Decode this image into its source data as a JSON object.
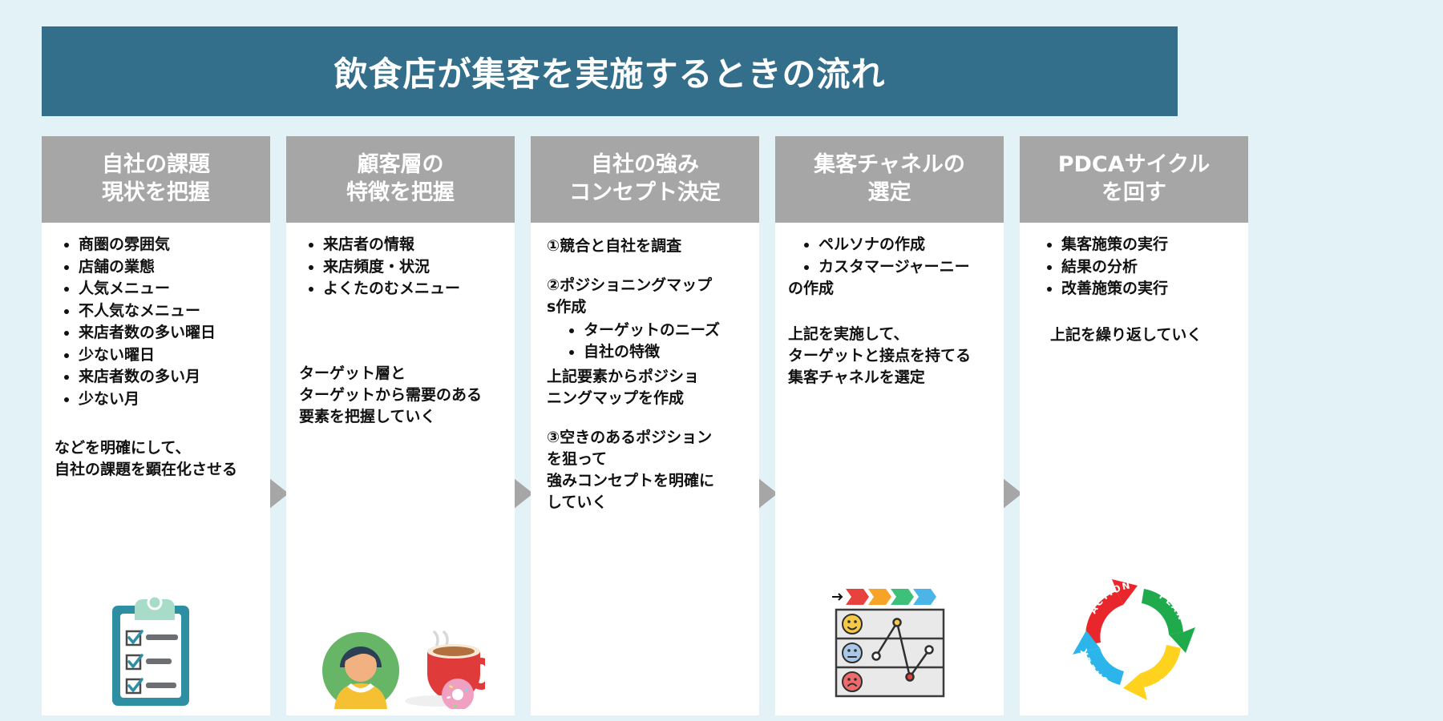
{
  "header": {
    "title": "飲食店が集客を実施するときの流れ",
    "bg_color": "#336e8b",
    "text_color": "#ffffff"
  },
  "page": {
    "background_color": "#e2f2f7",
    "card_background": "#ffffff",
    "card_header_color": "#a6a6a6",
    "arrow_color": "#a6a6a6"
  },
  "steps": [
    {
      "id": "step-1",
      "header_lines": [
        "自社の課題",
        "現状を把握"
      ],
      "bullets": [
        "商圏の雰囲気",
        "店舗の業態",
        "人気メニュー",
        "不人気なメニュー",
        "来店者数の多い曜日",
        "少ない曜日",
        "来店者数の多い月",
        "少ない月"
      ],
      "paragraph_lines": [
        "などを明確にして、",
        "自社の課題を顕在化させる"
      ],
      "icon": "clipboard-checklist-icon"
    },
    {
      "id": "step-2",
      "header_lines": [
        "顧客層の",
        "特徴を把握"
      ],
      "bullets": [
        "来店者の情報",
        "来店頻度・状況",
        "よくたのむメニュー"
      ],
      "paragraph_lines": [
        "ターゲット層と",
        "ターゲットから需要のある",
        "要素を把握していく"
      ],
      "icon": "customer-persona-coffee-icon"
    },
    {
      "id": "step-3",
      "header_lines": [
        "自社の強み",
        "コンセプト決定"
      ],
      "block1": [
        "①競合と自社を調査"
      ],
      "block2": [
        "②ポジショニングマップ",
        "s作成"
      ],
      "sub_bullets": [
        "ターゲットのニーズ",
        "自社の特徴"
      ],
      "block3": [
        "上記要素からポジショ",
        "ニングマップを作成"
      ],
      "block4": [
        "③空きのあるポジション",
        "を狙って",
        "強みコンセプトを明確に",
        "していく"
      ],
      "icon": "none"
    },
    {
      "id": "step-4",
      "header_lines": [
        "集客チャネルの",
        "選定"
      ],
      "bullets": [
        "ペルソナの作成",
        "カスタマージャーニー"
      ],
      "bullet_continuation": "の作成",
      "paragraph_lines": [
        "上記を実施して、",
        "ターゲットと接点を持てる",
        "集客チャネルを選定"
      ],
      "icon": "customer-journey-chart-icon"
    },
    {
      "id": "step-5",
      "header_lines": [
        "PDCAサイクル",
        "を回す"
      ],
      "bullets": [
        "集客施策の実行",
        "結果の分析",
        "改善施策の実行"
      ],
      "paragraph_lines": [
        "上記を繰り返していく"
      ],
      "icon": "pdca-cycle-icon"
    }
  ],
  "pdca_icon": {
    "segments": [
      {
        "label": "ACTION",
        "color": "#e8262b"
      },
      {
        "label": "PLAN",
        "color": "#1faa4b"
      },
      {
        "label": "DO",
        "color": "#ffd21e"
      },
      {
        "label": "CHECK",
        "color": "#2cb5ea"
      }
    ]
  }
}
